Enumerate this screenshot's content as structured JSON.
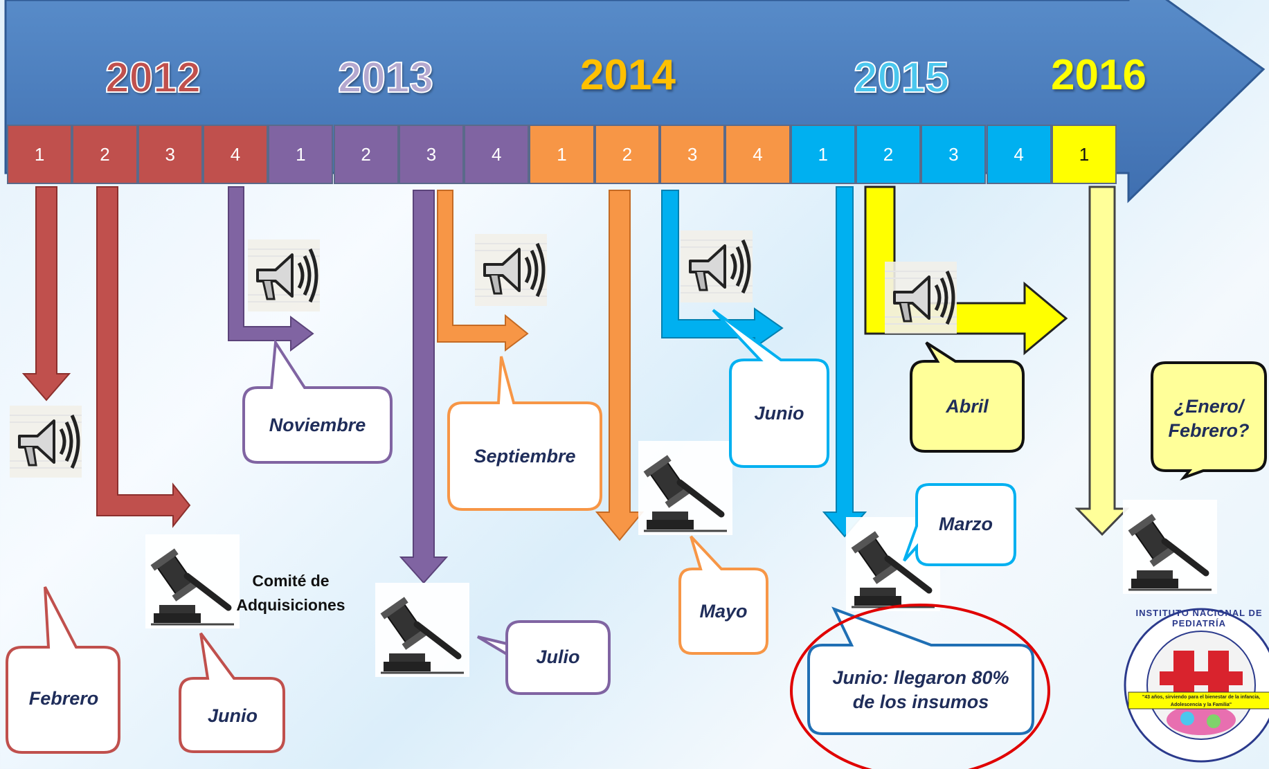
{
  "years": [
    {
      "label": "2012",
      "color": "#c0504d"
    },
    {
      "label": "2013",
      "color": "#b4a8cf"
    },
    {
      "label": "2014",
      "color": "#ffc000"
    },
    {
      "label": "2015",
      "color": "#4bc7ee"
    },
    {
      "label": "2016",
      "color": "#ffff00"
    }
  ],
  "quarters": [
    {
      "label": "1",
      "color": "#c0504d"
    },
    {
      "label": "2",
      "color": "#c0504d"
    },
    {
      "label": "3",
      "color": "#c0504d"
    },
    {
      "label": "4",
      "color": "#c0504d"
    },
    {
      "label": "1",
      "color": "#8064a2"
    },
    {
      "label": "2",
      "color": "#8064a2"
    },
    {
      "label": "3",
      "color": "#8064a2"
    },
    {
      "label": "4",
      "color": "#8064a2"
    },
    {
      "label": "1",
      "color": "#f79646"
    },
    {
      "label": "2",
      "color": "#f79646"
    },
    {
      "label": "3",
      "color": "#f79646"
    },
    {
      "label": "4",
      "color": "#f79646"
    },
    {
      "label": "1",
      "color": "#00b0f0"
    },
    {
      "label": "2",
      "color": "#00b0f0"
    },
    {
      "label": "3",
      "color": "#00b0f0"
    },
    {
      "label": "4",
      "color": "#00b0f0"
    },
    {
      "label": "1",
      "color": "#ffff00"
    }
  ],
  "callouts": {
    "febrero": "Febrero",
    "junio_2012": "Junio",
    "comite": "Comité de Adquisiciones",
    "noviembre": "Noviembre",
    "julio": "Julio",
    "septiembre": "Septiembre",
    "mayo": "Mayo",
    "junio_2014": "Junio",
    "marzo": "Marzo",
    "junio_llegaron": "Junio: llegaron 80% de  los insumos",
    "abril": "Abril",
    "enero_febrero": "¿Enero/ Febrero?"
  },
  "logo": {
    "ring_text": "INSTITUTO NACIONAL DE PEDIATRÍA",
    "motto": "\"43 años, sirviendo para el bienestar de la infancia, Adolescencia y la Familia\""
  },
  "icons": [
    "megaphone-icon",
    "gavel-icon"
  ]
}
